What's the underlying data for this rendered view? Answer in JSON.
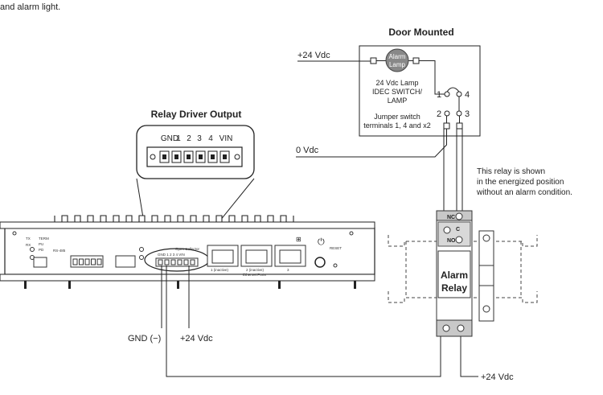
{
  "intro_line": "and alarm light.",
  "relay_driver": {
    "title": "Relay Driver Output",
    "pins": [
      "GND",
      "1",
      "2",
      "3",
      "4",
      "VIN"
    ]
  },
  "door_mounted": {
    "title": "Door Mounted",
    "lamp_label_line1": "Alarm",
    "lamp_label_line2": "Lamp",
    "lamp_desc_line1": "24 Vdc Lamp",
    "lamp_desc_line2": "IDEC SWITCH/",
    "lamp_desc_line3": "LAMP",
    "jumper_line1": "Jumper switch",
    "jumper_line2": "terminals 1, 4 and x2",
    "terminal_1": "1",
    "terminal_2": "2",
    "terminal_3": "3",
    "terminal_4": "4"
  },
  "wires": {
    "plus24_top": "+24 Vdc",
    "zero_v": "0 Vdc",
    "gnd": "GND (−)",
    "plus24_bottom": "+24 Vdc",
    "plus24_right": "+24 Vdc"
  },
  "relay_note": {
    "line1": "This relay is shown",
    "line2": "in the energized position",
    "line3": "without an alarm condition."
  },
  "alarm_relay": {
    "line1": "Alarm",
    "line2": "Relay",
    "nc": "NC",
    "c": "C",
    "no": "NO"
  },
  "device": {
    "tx": "TX",
    "rx": "RX",
    "term": "TERM",
    "pu": "PU",
    "pd": "PD",
    "rs485": "RS-485",
    "open_collector": "Open Collector",
    "oc_pins": "GND 1  2  3  4  VIN",
    "port1": "1 (inactive)",
    "port2": "2 (inactive)",
    "port3": "3",
    "ethernet_ports": "Ethernet Ports",
    "reset": "RESET"
  }
}
